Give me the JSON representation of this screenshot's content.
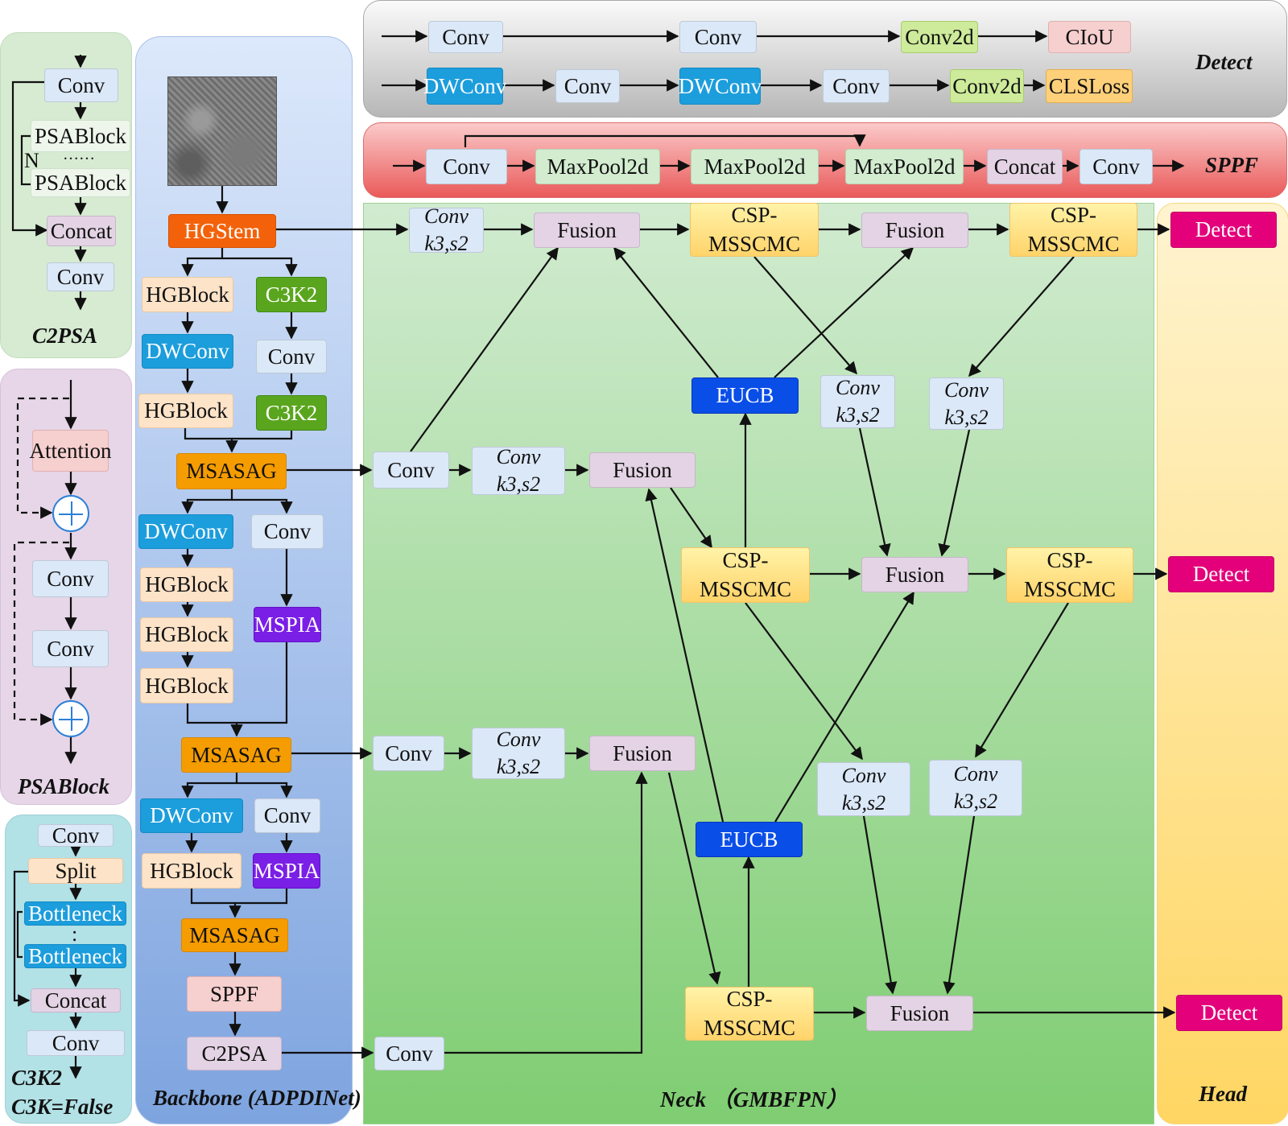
{
  "panels": {
    "c2psa": "C2PSA",
    "psablock": "PSABlock",
    "c3k2_line1": "C3K2",
    "c3k2_line2": "C3K=False",
    "backbone": "Backbone (ADPDINet)",
    "neck": "Neck （GMBFPN）",
    "head": "Head",
    "detect": "Detect",
    "sppf": "SPPF"
  },
  "c2psa": {
    "conv_top": "Conv",
    "psablock": "PSABlock",
    "n": "N",
    "dots": "……",
    "concat": "Concat",
    "conv_bottom": "Conv"
  },
  "psablock": {
    "attention": "Attention",
    "conv1": "Conv",
    "conv2": "Conv"
  },
  "c3k2": {
    "conv_top": "Conv",
    "split": "Split",
    "bottleneck": "Bottleneck",
    "colon": ":",
    "concat": "Concat",
    "conv_bottom": "Conv"
  },
  "backbone": {
    "hgstem": "HGStem",
    "hgblock": "HGBlock",
    "c3k2": "C3K2",
    "dwconv": "DWConv",
    "conv": "Conv",
    "msasag": "MSASAG",
    "mspia": "MSPIA",
    "sppf": "SPPF",
    "c2psa": "C2PSA"
  },
  "detect_row1": [
    "Conv",
    "Conv",
    "Conv2d",
    "CIoU"
  ],
  "detect_row2": [
    "DWConv",
    "Conv",
    "DWConv",
    "Conv",
    "Conv2d",
    "CLSLoss"
  ],
  "sppf_row": [
    "Conv",
    "MaxPool2d",
    "MaxPool2d",
    "MaxPool2d",
    "Concat",
    "Conv"
  ],
  "neck": {
    "conv": "Conv",
    "conv_k3_line1": "Conv",
    "conv_k3_line2": "k3,s2",
    "fusion": "Fusion",
    "csp_line1": "CSP-",
    "csp_line2": "MSSCMC",
    "eucb": "EUCB"
  },
  "head": {
    "detect": "Detect"
  },
  "colors": {
    "stem": "#f3620a",
    "dwconv": "#1c9ddc",
    "c3k2": "#5aa51e",
    "msasag": "#f59c00",
    "mspia": "#7a1fe6",
    "eucb": "#0a4ee8",
    "detect": "#e3007a",
    "fusion": "#e3d3e4"
  },
  "icons": [
    "sar-image-thumbnail",
    "add-circle-icon"
  ]
}
